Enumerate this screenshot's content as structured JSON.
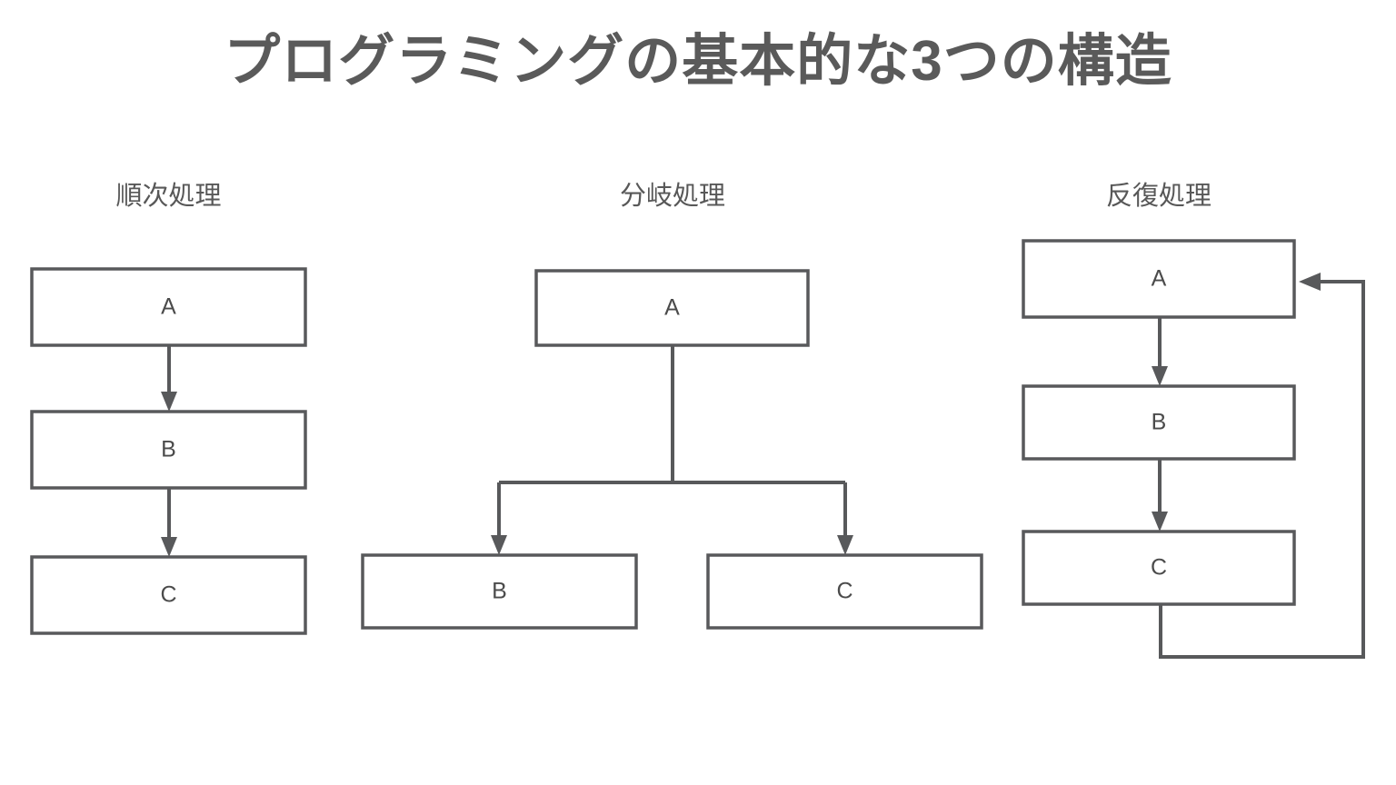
{
  "page": {
    "title": "プログラミングの基本的な3つの構造",
    "background_color": "#ffffff",
    "stroke_color": "#58595b",
    "text_color": "#4b4b4b",
    "title_color": "#5a5a5a"
  },
  "columns": [
    {
      "key": "sequence",
      "heading": "順次処理",
      "nodes": [
        {
          "label": "A"
        },
        {
          "label": "B"
        },
        {
          "label": "C"
        }
      ],
      "edges": [
        {
          "from": "A",
          "to": "B",
          "kind": "arrow-down"
        },
        {
          "from": "B",
          "to": "C",
          "kind": "arrow-down"
        }
      ]
    },
    {
      "key": "branch",
      "heading": "分岐処理",
      "nodes": [
        {
          "label": "A"
        },
        {
          "label": "B"
        },
        {
          "label": "C"
        }
      ],
      "edges": [
        {
          "from": "A",
          "to": "B",
          "kind": "split-arrow-left"
        },
        {
          "from": "A",
          "to": "C",
          "kind": "split-arrow-right"
        }
      ]
    },
    {
      "key": "loop",
      "heading": "反復処理",
      "nodes": [
        {
          "label": "A"
        },
        {
          "label": "B"
        },
        {
          "label": "C"
        }
      ],
      "edges": [
        {
          "from": "A",
          "to": "B",
          "kind": "arrow-down"
        },
        {
          "from": "B",
          "to": "C",
          "kind": "arrow-down"
        },
        {
          "from": "C",
          "to": "A",
          "kind": "feedback-arrow-up-left"
        }
      ]
    }
  ]
}
